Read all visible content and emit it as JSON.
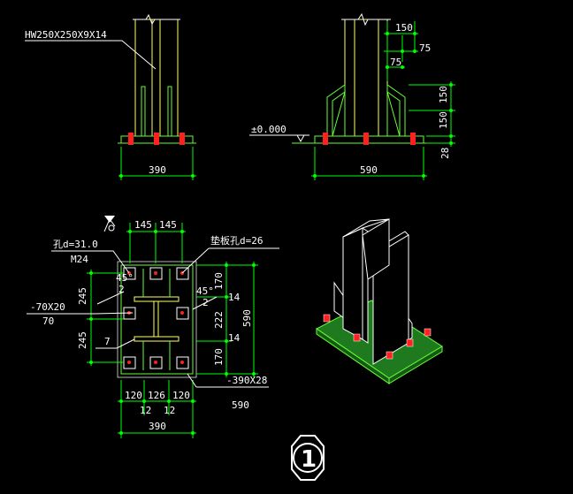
{
  "colors": {
    "background": "#000000",
    "outline": "#ffffff",
    "steel_yellow": "#ffff66",
    "dimension_green": "#00ff00",
    "stiffener_green": "#66ff33",
    "bolt_red": "#ff2020",
    "plate_green": "#1f7a1f"
  },
  "labels": {
    "section": "HW250X250X9X14",
    "elevation": "±0.000",
    "hole_d": "孔d=31.0",
    "bolt": "M24",
    "washer_hole": "垫板孔d=26",
    "shear_key_a": "-70X20",
    "shear_key_b": "70",
    "base_plate_a": "-390X28",
    "base_plate_b": "590",
    "angle_left": "45°",
    "angle_right": "45°",
    "weld_2a": "2",
    "weld_2b": "2",
    "weld_7": "7",
    "weld_14a": "14",
    "weld_14b": "14",
    "detail_no": "1"
  },
  "dims": {
    "front_width": "390",
    "side_width": "590",
    "top_150": "150",
    "top_75a": "75",
    "top_75b": "75",
    "right_150a": "150",
    "right_150b": "150",
    "right_28": "28",
    "plan_145a": "145",
    "plan_145b": "145",
    "plan_245a": "245",
    "plan_245b": "245",
    "plan_170a": "170",
    "plan_170b": "170",
    "plan_222": "222",
    "plan_590": "590",
    "plan_120a": "120",
    "plan_126": "126",
    "plan_120b": "120",
    "plan_12a": "12",
    "plan_12b": "12",
    "plan_390": "390"
  }
}
